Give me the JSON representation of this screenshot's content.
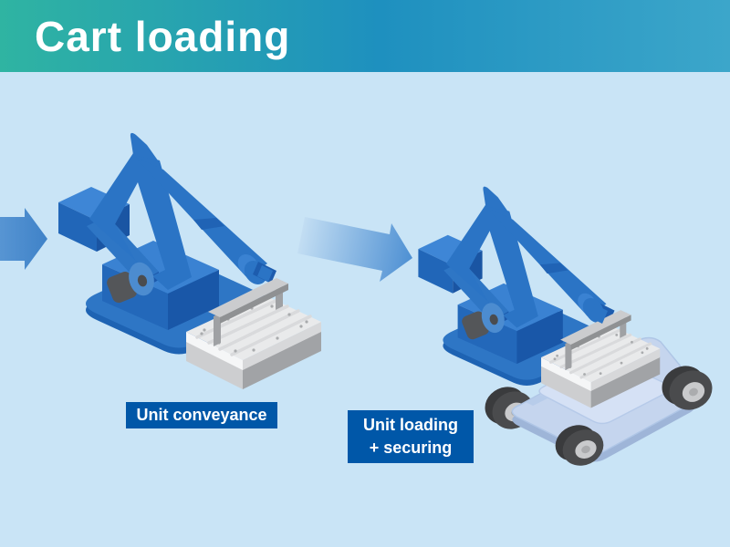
{
  "title": "Cart loading",
  "steps": [
    {
      "id": "unit-conveyance",
      "label": "Unit conveyance"
    },
    {
      "id": "unit-loading-securing",
      "label_line1": "Unit loading",
      "label_line2": "+ securing"
    }
  ],
  "icons": {
    "flow_arrow_left": "right-arrow",
    "flow_arrow_middle": "right-arrow"
  },
  "objects": {
    "left_scene": [
      "robot-arm",
      "battery-unit",
      "carry-handle"
    ],
    "right_scene": [
      "robot-arm",
      "battery-unit",
      "carry-handle",
      "transport-cart"
    ]
  },
  "colors": {
    "header_gradient_left": "#2FB4A2",
    "header_gradient_mid": "#1E90BF",
    "header_gradient_right": "#3CA6CA",
    "background": "#C9E4F6",
    "label_background": "#0057A8",
    "label_text": "#FFFFFF",
    "robot_blue": "#2B74C5",
    "robot_blue_dark": "#1A58A8",
    "robot_blue_light": "#3A82D2",
    "unit_gray": "#E9EAEB",
    "cart_blue": "#C5D5EE",
    "wheel_dark": "#454648",
    "arrow_blue": "#4E90D3"
  }
}
